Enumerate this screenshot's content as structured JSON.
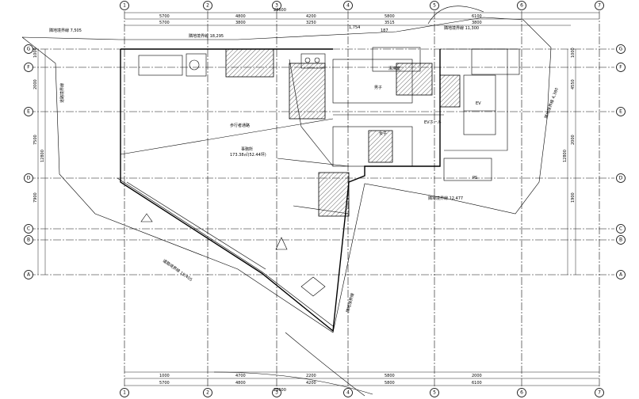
{
  "grid": {
    "columns": [
      "1",
      "2",
      "3",
      "4",
      "5",
      "6",
      "7"
    ],
    "rows": [
      "A",
      "B",
      "C",
      "D",
      "E",
      "F",
      "G"
    ]
  },
  "dims_top": [
    "5700",
    "4800",
    "4200",
    "5800",
    "6100"
  ],
  "dims_top_inner": [
    "5700",
    "3800",
    "3250",
    "3515",
    "3800"
  ],
  "dims_top_total": "28600",
  "dims_bottom": [
    "5700",
    "4800",
    "4200",
    "5800",
    "6100"
  ],
  "dims_bottom_inner": [
    "1000",
    "4700",
    "2200",
    "5800",
    "2000"
  ],
  "dims_bottom_total": "28600",
  "dims_left": [
    "1000",
    "2000",
    "7500",
    "7900"
  ],
  "dims_left_total": "12800",
  "dims_right": [
    "1000",
    "4550",
    "2000",
    "1900"
  ],
  "dims_right_total": "12800",
  "labels": {
    "boundary_tl": "隣地境界線 7,505",
    "boundary_top": "隣地境界線 18,295",
    "boundary_left": "道路境界線",
    "boundary_tr": "隣地境界線 11,300",
    "boundary_right": "隣地境界線 4,380",
    "boundary_mid": "隣地境界線 12,477",
    "boundary_bottom": "道路境界線 15,405",
    "boundary_br": "隣地境界線",
    "office": "事務所",
    "office_area": "173.38㎡(52.44坪)",
    "corridor": "歩行者通路",
    "ev_hall": "EVホール",
    "elev": "EV",
    "mens": "男子",
    "womens": "女子",
    "pantry": "湯沸室",
    "pipe_space": "PS",
    "dim_1754": "1,754",
    "dim_187": "187"
  }
}
